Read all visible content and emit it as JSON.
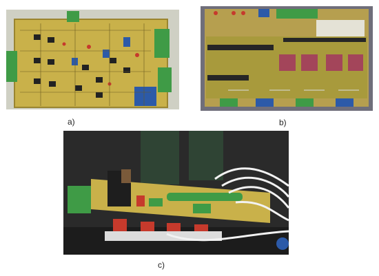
{
  "panels": [
    {
      "id": "a",
      "caption": "a)"
    },
    {
      "id": "b",
      "caption": "b)"
    },
    {
      "id": "c",
      "caption": "c)"
    }
  ],
  "colors": {
    "pcb_yellow": "#c9b14a",
    "pcb_olive": "#a89a3c",
    "terminal_green": "#3f9b46",
    "terminal_blue": "#2c5aa8",
    "relay_pink": "#a3455a",
    "capacitor_dark": "#2f4434",
    "wire_white": "#f2f2f2"
  }
}
